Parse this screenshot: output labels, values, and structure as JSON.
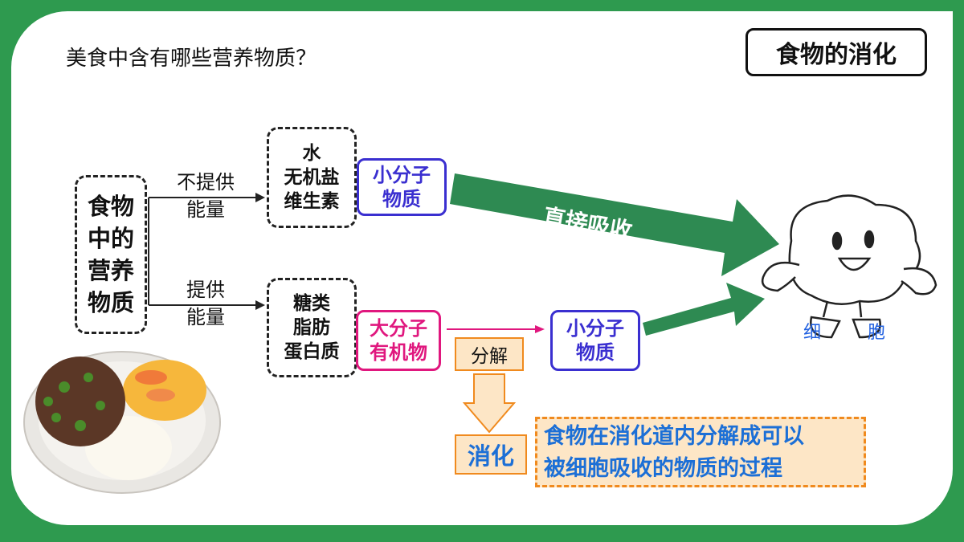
{
  "question": "美食中含有哪些营养物质？",
  "title": "食物的消化",
  "food_nutrients": [
    "食物",
    "中的",
    "营养",
    "物质"
  ],
  "branch_top": {
    "line1": "不提供",
    "line2": "能量"
  },
  "branch_bottom": {
    "line1": "提供",
    "line2": "能量"
  },
  "group_water": [
    "水",
    "无机盐",
    "维生素"
  ],
  "group_sugar": [
    "糖类",
    "脂肪",
    "蛋白质"
  ],
  "small_molecule_top": [
    "小分子",
    "物质"
  ],
  "big_molecule": [
    "大分子",
    "有机物"
  ],
  "small_molecule_bottom": [
    "小分子",
    "物质"
  ],
  "decompose": "分解",
  "direct_absorb": "直接吸收",
  "digestion": "消化",
  "definition": [
    "食物在消化道内分解成可以",
    "被细胞吸收的物质的过程"
  ],
  "cell_chars": [
    "细",
    "胞"
  ],
  "colors": {
    "frame": "#2e9a4f",
    "arrow_green": "#2e8a52",
    "blue": "#3a2fd0",
    "magenta": "#e0177e",
    "orange": "#f08a1e",
    "def_text": "#1c6fd6"
  }
}
